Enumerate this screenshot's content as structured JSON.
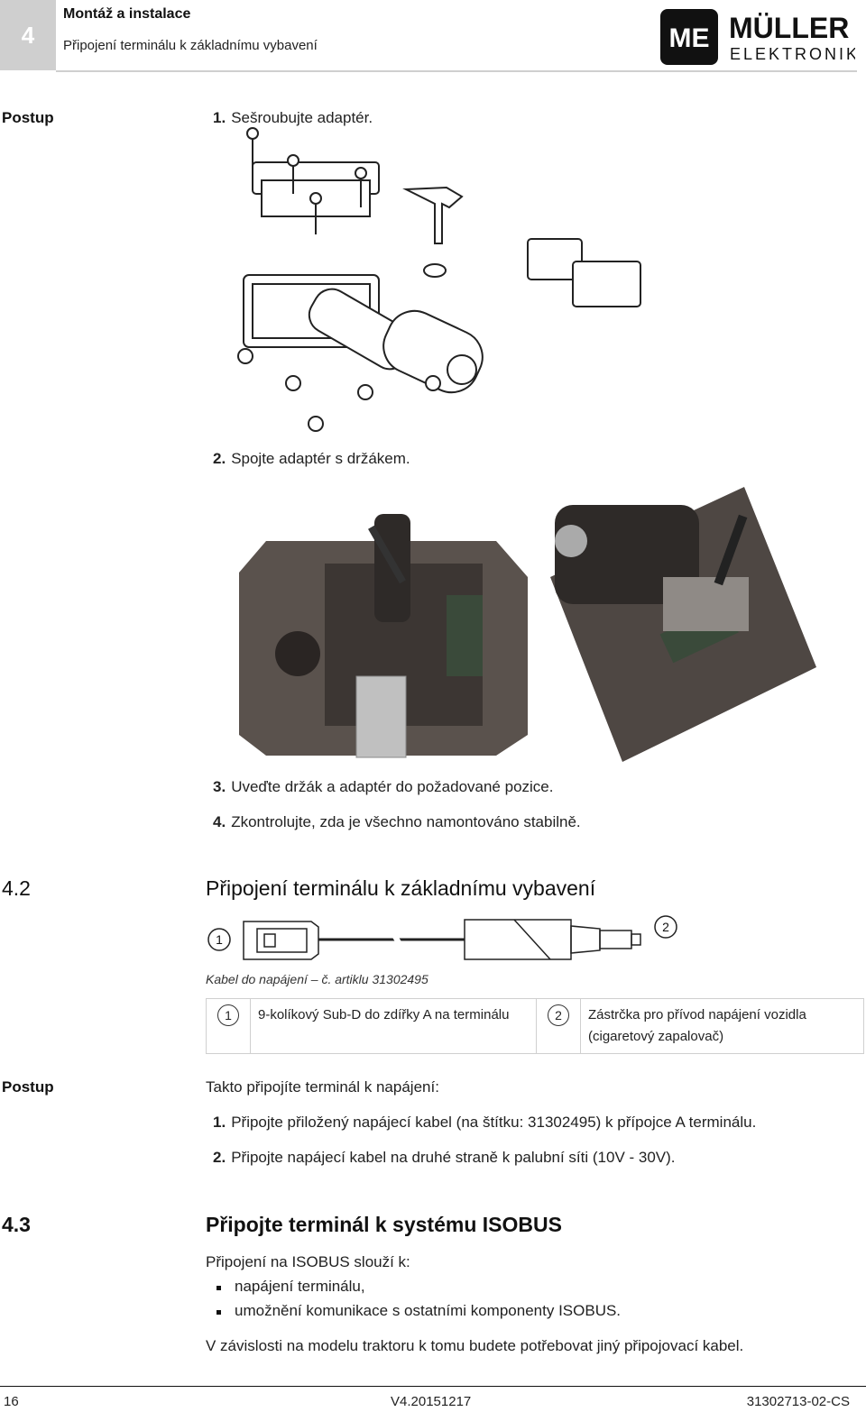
{
  "header": {
    "chapter_number": "4",
    "chapter_title": "Montáž a instalace",
    "section_title": "Připojení terminálu k základnímu vybavení",
    "logo": {
      "mark": "ME",
      "line1": "MÜLLER",
      "line2": "ELEKTRONIK"
    }
  },
  "procedure1": {
    "label": "Postup",
    "steps": [
      {
        "num": "1.",
        "text": "Sešroubujte adaptér."
      },
      {
        "num": "2.",
        "text": "Spojte adaptér s držákem."
      },
      {
        "num": "3.",
        "text": "Uveďte držák a adaptér do požadované pozice."
      },
      {
        "num": "4.",
        "text": "Zkontrolujte, zda je všechno namontováno stabilně."
      }
    ]
  },
  "section_4_2": {
    "number": "4.2",
    "title": "Připojení terminálu k základnímu vybavení",
    "diagram_labels": [
      "1",
      "2"
    ],
    "caption": "Kabel do napájení – č. artiklu 31302495",
    "legend": [
      {
        "num": "1",
        "text": "9-kolíkový Sub-D do zdířky A na terminálu"
      },
      {
        "num": "2",
        "text": "Zástrčka pro přívod napájení vozidla (cigaretový zapalovač)"
      }
    ]
  },
  "procedure2": {
    "label": "Postup",
    "intro": "Takto připojíte terminál k napájení:",
    "steps": [
      {
        "num": "1.",
        "text": "Připojte přiložený napájecí kabel (na štítku: 31302495) k přípojce A terminálu."
      },
      {
        "num": "2.",
        "text": "Připojte napájecí kabel na druhé straně k palubní síti (10V - 30V)."
      }
    ]
  },
  "section_4_3": {
    "number": "4.3",
    "title": "Připojte terminál k systému ISOBUS",
    "intro": "Připojení na ISOBUS slouží k:",
    "bullets": [
      "napájení terminálu,",
      "umožnění komunikace s ostatními komponenty ISOBUS."
    ],
    "closing": "V závislosti na modelu traktoru k tomu budete potřebovat jiný připojovací kabel."
  },
  "footer": {
    "page": "16",
    "version": "V4.20151217",
    "doc_id": "31302713-02-CS"
  }
}
